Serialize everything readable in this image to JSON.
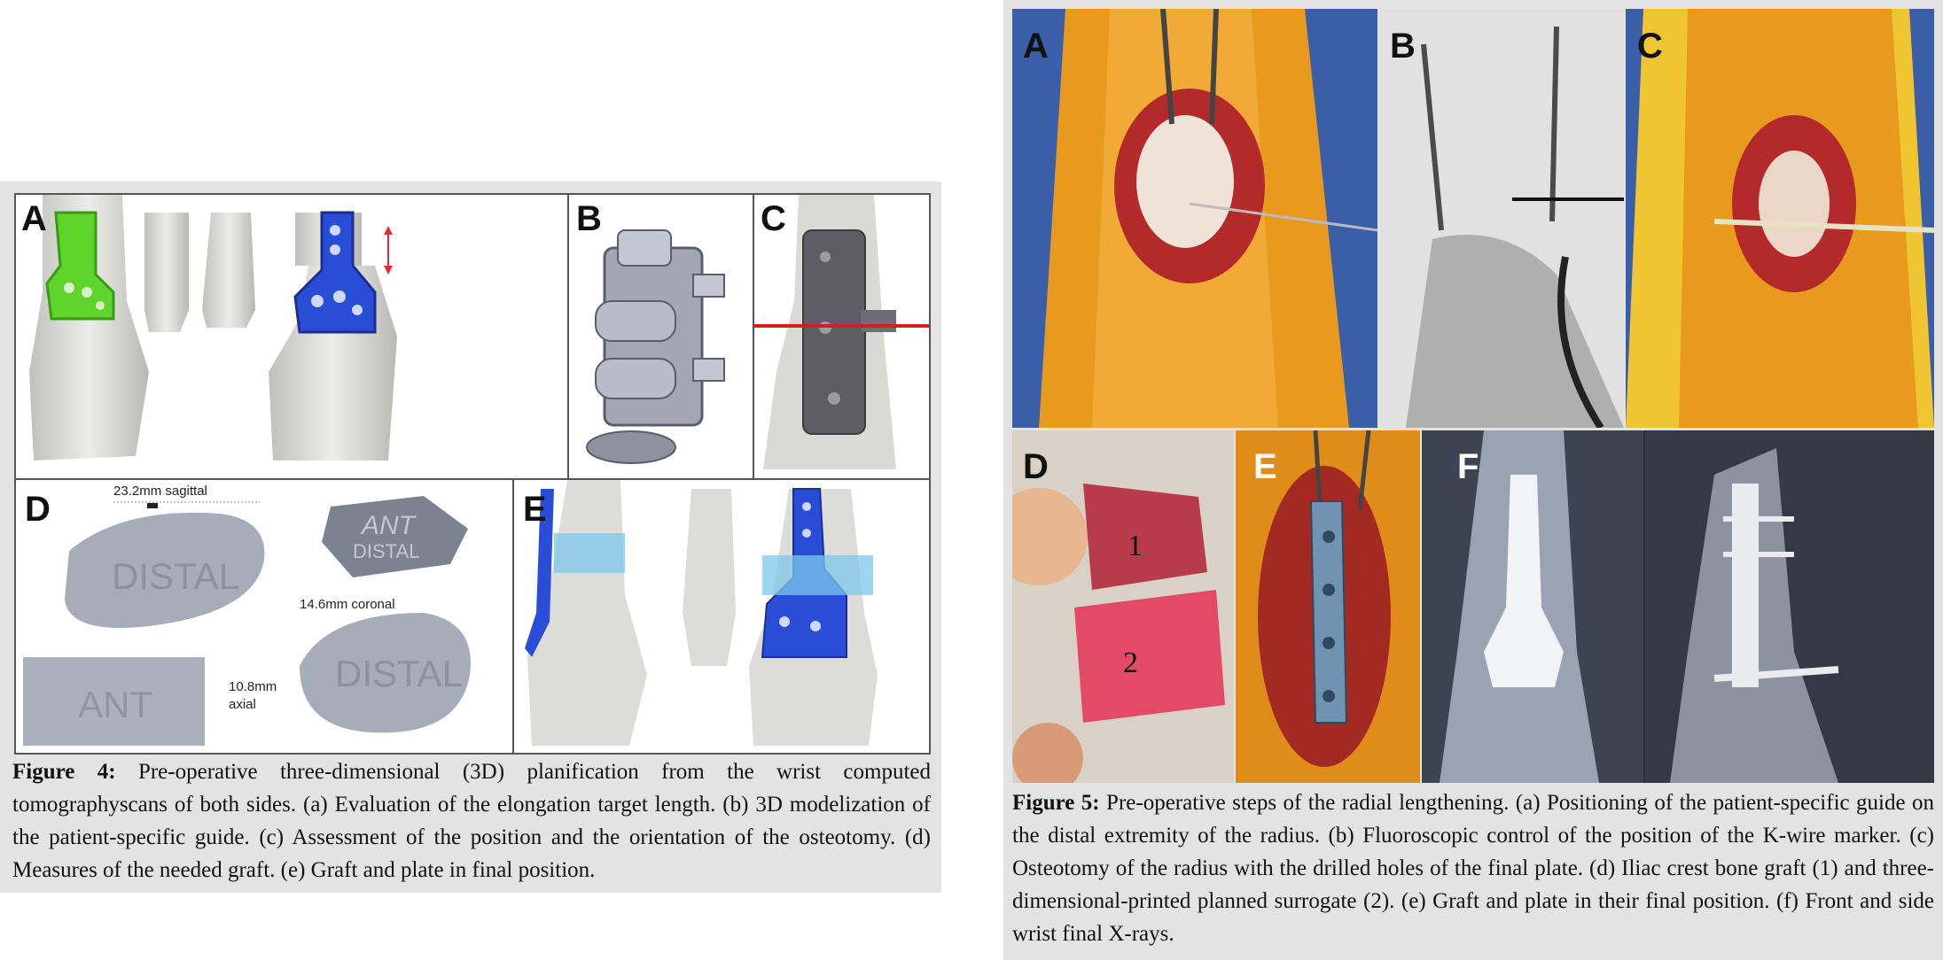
{
  "figure4": {
    "panels": {
      "A": "A",
      "B": "B",
      "C": "C",
      "D": "D",
      "E": "E"
    },
    "labels": {
      "sagittal": "23.2mm sagittal",
      "coronal": "14.6mm coronal",
      "axial_value": "10.8mm",
      "axial_word": "axial",
      "distal": "DISTAL",
      "ant": "ANT"
    },
    "caption": {
      "title": "Figure 4:",
      "text": " Pre-operative three-dimensional (3D) planification from the wrist computed tomographyscans of both sides. (a) Evaluation of the elongation target length. (b) 3D modelization of the patient-specific guide. (c) Assessment of the position and the orientation of the osteotomy. (d) Measures of the needed graft. (e) Graft and plate in final position."
    }
  },
  "figure5": {
    "panels": {
      "A": "A",
      "B": "B",
      "C": "C",
      "D": "D",
      "E": "E",
      "F": "F"
    },
    "graft_labels": {
      "one": "1",
      "two": "2"
    },
    "caption": {
      "title": "Figure 5:",
      "text": " Pre-operative steps of the radial lengthening. (a) Positioning of the patient-specific guide on the distal extremity of the radius. (b) Fluoroscopic control of the position of the K-wire marker. (c) Osteotomy of the radius with the drilled holes of the final plate. (d) Iliac crest bone graft (1) and three-dimensional-printed planned surrogate (2). (e) Graft and plate in their final position. (f) Front and side wrist final X-rays."
    }
  }
}
